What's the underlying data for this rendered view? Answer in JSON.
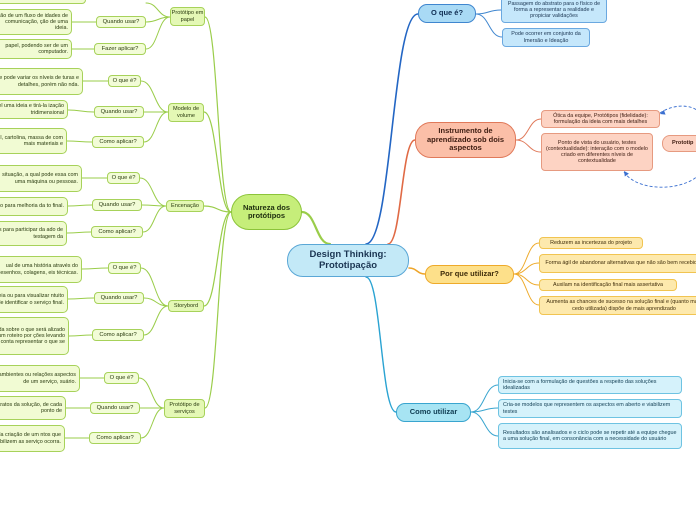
{
  "root": {
    "title": "Design Thinking: Prototipação"
  },
  "branches": {
    "natureza": {
      "title": "Natureza dos protótipos",
      "groups": [
        {
          "name": "Protótipo em papel",
          "items": [
            {
              "q": "",
              "text": ""
            },
            {
              "q": "Quando usar?",
              "text": "ção de um fluxo de idades de comunicação, ção de uma ideia."
            },
            {
              "q": "Fazer aplicar?",
              "text": "papel, podendo ser de um computador."
            }
          ]
        },
        {
          "name": "Modelo de volume",
          "items": [
            {
              "q": "O que é?",
              "text": "se pode variar os níveis de turas e detalhes, porém não nda."
            },
            {
              "q": "Quando usar?",
              "text": "vel uma ideia e tirá-la ização tridimensional"
            },
            {
              "q": "Como aplicar?",
              "text": "l, cartolina, massa de com mais materiais e"
            }
          ]
        },
        {
          "name": "Encenação",
          "items": [
            {
              "q": "O que é?",
              "text": "situação, a qual pode essa com uma máquina ou pessoas."
            },
            {
              "q": "Quando usar?",
              "text": "ão para melhoria da to final."
            },
            {
              "q": "Como aplicar?",
              "text": "s para participar da ado de testagem da"
            }
          ]
        },
        {
          "name": "Storybord",
          "items": [
            {
              "q": "O que é?",
              "text": "ual de uma história através do desenhos, colagens, eis técnicas."
            },
            {
              "q": "Quando usar?",
              "text": "deia ou para visualizar ntuito de identificar o serviço final."
            },
            {
              "q": "Como aplicar?",
              "text": "da sobre o que será alizado um roteiro por ções levando em conta representar o que se"
            }
          ]
        },
        {
          "name": "Protótipo de serviços",
          "items": [
            {
              "q": "O que é?",
              "text": ", ambientes ou relações aspectos de um serviço, suário."
            },
            {
              "q": "Quando usar?",
              "text": "bstratos da solução, de cada ponto de"
            },
            {
              "q": "Como aplicar?",
              "text": "da criação de um ntos que viabilizem as serviço ocorra."
            }
          ]
        }
      ]
    },
    "oque": {
      "title": "O que é?",
      "items": [
        "Passagem do abstrato para o físico de forma a representar a realidade e propiciar validações",
        "Pode ocorrer em conjunto da Imersão e Ideação"
      ]
    },
    "instrumento": {
      "title": "Instrumento de aprendizado sob dois aspectos",
      "items": [
        "Ótica da equipe, Protótipos (fidelidade): formulação da ideia com mais detalhes",
        "Ponto de vista do usuário, testes (contextualidade): interação com o modelo criado em diferentes níveis de contextualidade"
      ],
      "floating": "Prototip"
    },
    "porque": {
      "title": "Por que utilizar?",
      "items": [
        "Reduzem as incertezas do projeto",
        "Forma ágil de abandonar alternativas que não são bem recebidas",
        "Auxilam na identificação final mais assertativa",
        "Aumenta as chances de sucesso na solução final e (quanto mais cedo utilizada) dispõe de mais aprendizado"
      ]
    },
    "como": {
      "title": "Como utilizar",
      "items": [
        "Inicia-se com a formulação de questões a respeito das soluções idealizadas",
        "Cria-se modelos que representem os aspectos em aberto e viabilizem testes",
        "Resultados são analisados e o ciclo pode se repetir até a equipe chegue a uma solução final, em consonância com a necessidade do usuário"
      ]
    }
  }
}
